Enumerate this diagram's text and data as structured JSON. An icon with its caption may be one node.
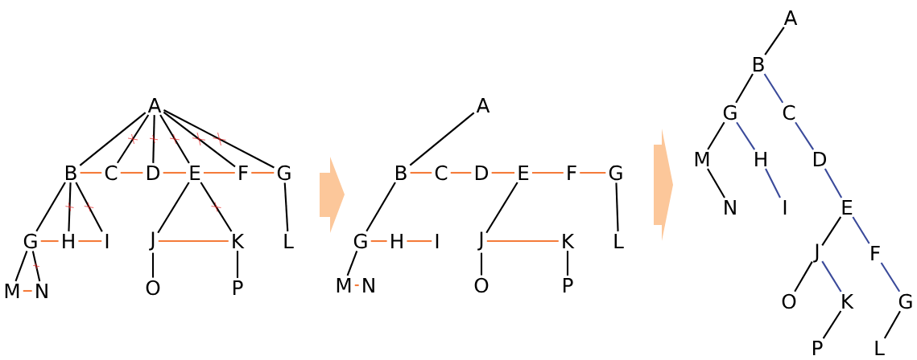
{
  "diagram": {
    "nodes": [
      {
        "text": [
          "A"
        ]
      },
      {
        "text": [
          "B"
        ]
      },
      {
        "text": [
          "C"
        ]
      },
      {
        "text": [
          "D"
        ]
      },
      {
        "text": [
          "E"
        ]
      },
      {
        "text": [
          "F"
        ]
      },
      {
        "text": [
          "G"
        ]
      },
      {
        "text": [
          "G"
        ]
      },
      {
        "text": [
          "H"
        ]
      },
      {
        "text": [
          "I"
        ]
      },
      {
        "text": [
          "J"
        ]
      },
      {
        "text": [
          "K"
        ]
      },
      {
        "text": [
          "L"
        ]
      },
      {
        "text": [
          "M"
        ]
      },
      {
        "text": [
          "N"
        ]
      },
      {
        "text": [
          "O"
        ]
      },
      {
        "text": [
          "P"
        ]
      },
      {
        "text": [
          "A"
        ]
      },
      {
        "text": [
          "B"
        ]
      },
      {
        "text": [
          "C"
        ]
      },
      {
        "text": [
          "D"
        ]
      },
      {
        "text": [
          "E"
        ]
      },
      {
        "text": [
          "F"
        ]
      },
      {
        "text": [
          "G"
        ]
      },
      {
        "text": [
          "G"
        ]
      },
      {
        "text": [
          "H"
        ]
      },
      {
        "text": [
          "I"
        ]
      },
      {
        "text": [
          "J"
        ]
      },
      {
        "text": [
          "K"
        ]
      },
      {
        "text": [
          "L"
        ]
      },
      {
        "text": [
          "M"
        ]
      },
      {
        "text": [
          "N"
        ]
      },
      {
        "text": [
          "O"
        ]
      },
      {
        "text": [
          "P"
        ]
      },
      {
        "text": [
          "A"
        ]
      },
      {
        "text": [
          "B"
        ]
      },
      {
        "text": [
          "G"
        ]
      },
      {
        "text": [
          "C"
        ]
      },
      {
        "text": [
          "M"
        ]
      },
      {
        "text": [
          "H"
        ]
      },
      {
        "text": [
          "D"
        ]
      },
      {
        "text": [
          "N"
        ]
      },
      {
        "text": [
          "I"
        ]
      },
      {
        "text": [
          "E"
        ]
      },
      {
        "text": [
          "J"
        ]
      },
      {
        "text": [
          "F"
        ]
      },
      {
        "text": [
          "O"
        ]
      },
      {
        "text": [
          "K"
        ]
      },
      {
        "text": [
          "G"
        ]
      },
      {
        "text": [
          "P"
        ]
      },
      {
        "text": [
          "L"
        ]
      }
    ],
    "edges": [
      {
        "from": 0,
        "to": 1,
        "arrow": "none"
      },
      {
        "from": 0,
        "to": 2,
        "arrow": "none"
      },
      {
        "from": 0,
        "to": 3,
        "arrow": "none"
      },
      {
        "from": 0,
        "to": 4,
        "arrow": "none"
      },
      {
        "from": 0,
        "to": 5,
        "arrow": "none"
      },
      {
        "from": 0,
        "to": 6,
        "arrow": "none"
      },
      {
        "from": 1,
        "to": 7,
        "arrow": "none"
      },
      {
        "from": 1,
        "to": 8,
        "arrow": "none"
      },
      {
        "from": 1,
        "to": 9,
        "arrow": "none"
      },
      {
        "from": 4,
        "to": 10,
        "arrow": "none"
      },
      {
        "from": 4,
        "to": 11,
        "arrow": "none"
      },
      {
        "from": 6,
        "to": 12,
        "arrow": "none"
      },
      {
        "from": 7,
        "to": 13,
        "arrow": "none"
      },
      {
        "from": 7,
        "to": 14,
        "arrow": "none"
      },
      {
        "from": 10,
        "to": 15,
        "arrow": "none"
      },
      {
        "from": 11,
        "to": 16,
        "arrow": "none"
      },
      {
        "from": 1,
        "to": 2,
        "arrow": "none",
        "color": "#f47b3a"
      },
      {
        "from": 2,
        "to": 3,
        "arrow": "none",
        "color": "#f47b3a"
      },
      {
        "from": 3,
        "to": 4,
        "arrow": "none",
        "color": "#f47b3a"
      },
      {
        "from": 4,
        "to": 5,
        "arrow": "none",
        "color": "#f47b3a"
      },
      {
        "from": 5,
        "to": 6,
        "arrow": "none",
        "color": "#f47b3a"
      },
      {
        "from": 7,
        "to": 8,
        "arrow": "none",
        "color": "#f47b3a"
      },
      {
        "from": 8,
        "to": 9,
        "arrow": "none",
        "color": "#f47b3a"
      },
      {
        "from": 10,
        "to": 11,
        "arrow": "none",
        "color": "#f47b3a"
      },
      {
        "from": 13,
        "to": 14,
        "arrow": "none",
        "color": "#f47b3a"
      },
      {
        "from": 17,
        "to": 18,
        "arrow": "none"
      },
      {
        "from": 18,
        "to": 24,
        "arrow": "none"
      },
      {
        "from": 21,
        "to": 27,
        "arrow": "none"
      },
      {
        "from": 23,
        "to": 29,
        "arrow": "none"
      },
      {
        "from": 24,
        "to": 30,
        "arrow": "none"
      },
      {
        "from": 27,
        "to": 32,
        "arrow": "none"
      },
      {
        "from": 28,
        "to": 33,
        "arrow": "none"
      },
      {
        "from": 18,
        "to": 19,
        "arrow": "none",
        "color": "#f47b3a"
      },
      {
        "from": 19,
        "to": 20,
        "arrow": "none",
        "color": "#f47b3a"
      },
      {
        "from": 20,
        "to": 21,
        "arrow": "none",
        "color": "#f47b3a"
      },
      {
        "from": 21,
        "to": 22,
        "arrow": "none",
        "color": "#f47b3a"
      },
      {
        "from": 22,
        "to": 23,
        "arrow": "none",
        "color": "#f47b3a"
      },
      {
        "from": 24,
        "to": 25,
        "arrow": "none",
        "color": "#f47b3a"
      },
      {
        "from": 25,
        "to": 26,
        "arrow": "none",
        "color": "#f47b3a"
      },
      {
        "from": 27,
        "to": 28,
        "arrow": "none",
        "color": "#f47b3a"
      },
      {
        "from": 30,
        "to": 31,
        "arrow": "none",
        "color": "#f47b3a"
      },
      {
        "from": 34,
        "to": 35,
        "arrow": "none"
      },
      {
        "from": 35,
        "to": 36,
        "arrow": "none"
      },
      {
        "from": 36,
        "to": 38,
        "arrow": "none"
      },
      {
        "from": 38,
        "to": 41,
        "arrow": "none"
      },
      {
        "from": 43,
        "to": 44,
        "arrow": "none"
      },
      {
        "from": 44,
        "to": 46,
        "arrow": "none"
      },
      {
        "from": 47,
        "to": 49,
        "arrow": "none"
      },
      {
        "from": 48,
        "to": 50,
        "arrow": "none"
      },
      {
        "from": 35,
        "to": 37,
        "arrow": "none",
        "color": "#3a4a9a"
      },
      {
        "from": 37,
        "to": 40,
        "arrow": "none",
        "color": "#3a4a9a"
      },
      {
        "from": 40,
        "to": 43,
        "arrow": "none",
        "color": "#3a4a9a"
      },
      {
        "from": 36,
        "to": 39,
        "arrow": "none",
        "color": "#3a4a9a"
      },
      {
        "from": 39,
        "to": 42,
        "arrow": "none",
        "color": "#3a4a9a"
      },
      {
        "from": 43,
        "to": 45,
        "arrow": "none",
        "color": "#3a4a9a"
      },
      {
        "from": 45,
        "to": 48,
        "arrow": "none",
        "color": "#3a4a9a"
      },
      {
        "from": 44,
        "to": 47,
        "arrow": "none",
        "color": "#3a4a9a"
      }
    ]
  }
}
